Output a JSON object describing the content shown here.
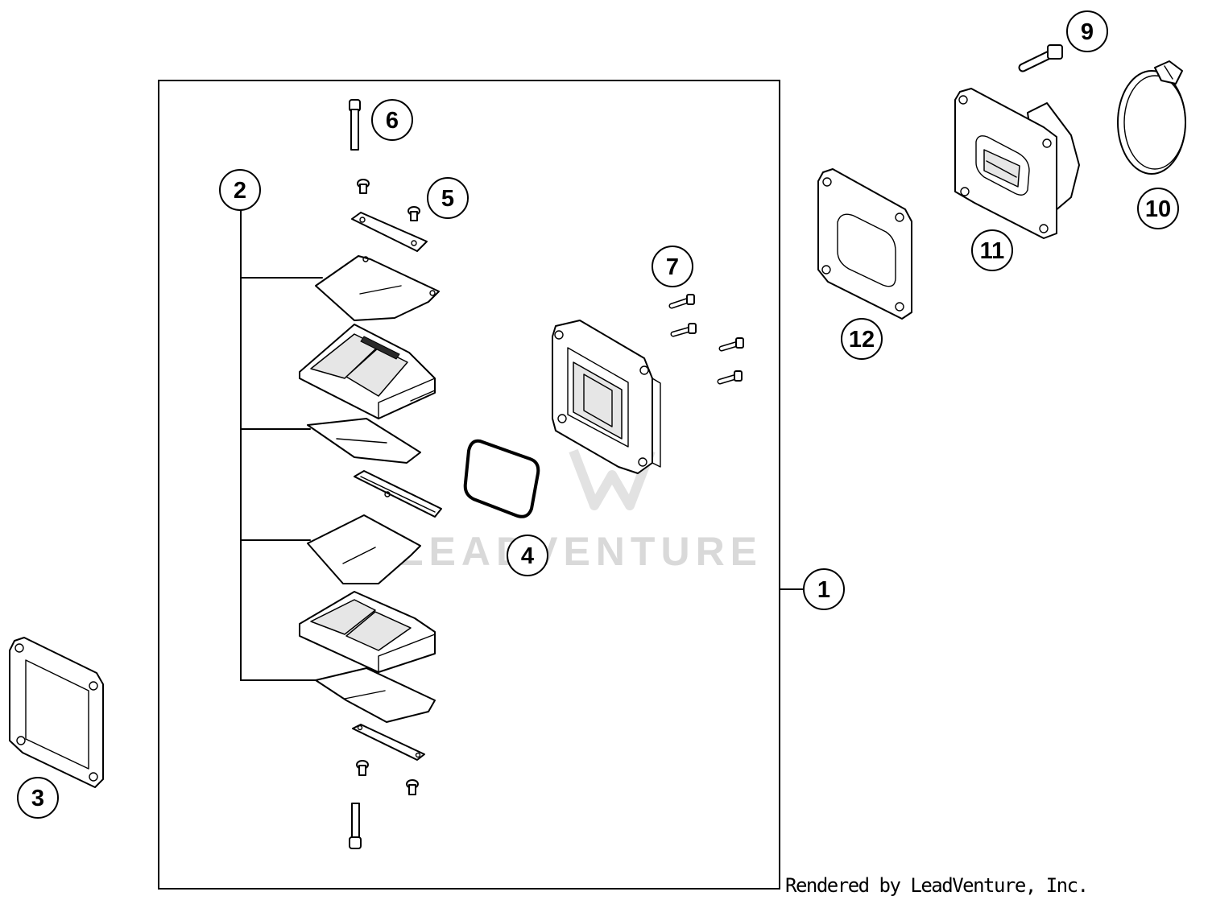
{
  "callouts": [
    "1",
    "2",
    "3",
    "4",
    "5",
    "6",
    "7",
    "9",
    "10",
    "11",
    "12"
  ],
  "watermark": "LEADVENTURE",
  "footer": {
    "rendered_by": "Rendered by LeadVenture, Inc."
  }
}
